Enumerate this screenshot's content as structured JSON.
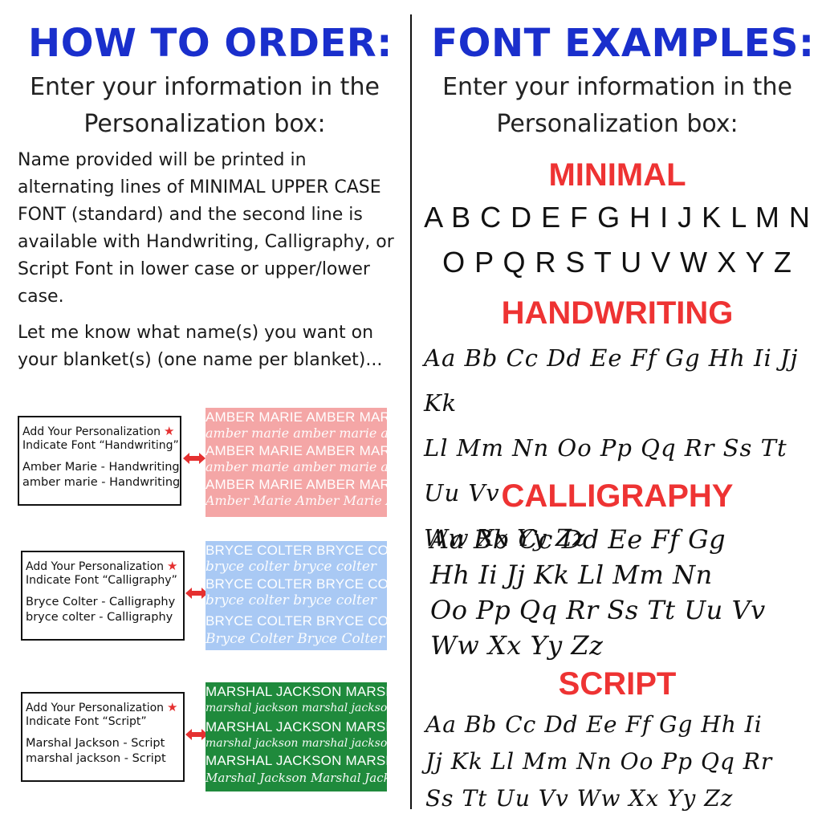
{
  "left": {
    "title": "HOW TO ORDER:",
    "subtitle_line1": "Enter your information in the",
    "subtitle_line2": "Personalization box:",
    "para1": "Name provided will be printed in alternating lines of MINIMAL UPPER CASE FONT (standard) and the second line is available with Handwriting, Calligraphy, or Script Font in lower case or upper/lower case.",
    "para2": "Let me know what name(s) you want on your blanket(s) (one name per blanket)...",
    "examples": [
      {
        "line1": "Add Your Personalization",
        "line2": "Indicate Font “Handwriting”",
        "line3": "Amber Marie - Handwriting",
        "line4": "amber marie - Handwriting",
        "upper": "AMBER MARIE  AMBER MARIE",
        "lower": "amber marie  amber marie  amber marie",
        "mixed": "Amber Marie  Amber Marie  Amber"
      },
      {
        "line1": "Add Your Personalization",
        "line2": "Indicate Font “Calligraphy”",
        "line3": "Bryce Colter - Calligraphy",
        "line4": "bryce colter - Calligraphy",
        "upper": "BRYCE COLTER  BRYCE COLTER",
        "lower": "bryce colter  bryce colter",
        "mixed": "Bryce Colter  Bryce Colter"
      },
      {
        "line1": "Add Your Personalization",
        "line2": "Indicate Font “Script”",
        "line3": "Marshal Jackson - Script",
        "line4": "marshal jackson - Script",
        "upper": "MARSHAL JACKSON  MARSHAL",
        "lower": "marshal jackson  marshal jackson  marshal",
        "mixed": "Marshal Jackson  Marshal Jackson  M"
      }
    ]
  },
  "right": {
    "title": "FONT EXAMPLES:",
    "subtitle_line1": "Enter your information in the",
    "subtitle_line2": "Personalization box:",
    "minimal_label": "MINIMAL",
    "minimal_row1": "A B C D E F G H I J K L M N",
    "minimal_row2": "O P Q R S T U V W X Y Z",
    "handwriting_label": "HANDWRITING",
    "handwriting_rows": [
      "Aa Bb Cc Dd Ee Ff Gg Hh Ii Jj Kk",
      "Ll Mm Nn Oo Pp Qq Rr Ss Tt Uu Vv",
      "Ww Xx Yy Zz"
    ],
    "calligraphy_label": "CALLIGRAPHY",
    "calligraphy_rows": [
      "Aa Bb Cc Dd Ee Ff Gg",
      "Hh Ii Jj Kk Ll Mm Nn",
      "Oo Pp Qq Rr Ss Tt Uu Vv",
      "Ww Xx Yy Zz"
    ],
    "script_label": "SCRIPT",
    "script_rows": [
      "Aa Bb Cc Dd Ee Ff Gg Hh Ii",
      "Jj Kk Ll Mm Nn Oo Pp Qq Rr",
      "Ss Tt Uu Vv Ww Xx Yy Zz"
    ]
  },
  "colors": {
    "title_blue": "#1a2fcc",
    "heading_red": "#ee3333",
    "pink": "#f4a6a6",
    "blue": "#a9c9f4",
    "green": "#1f8a3c",
    "star": "#e53030"
  },
  "icons": [
    "star-icon",
    "double-arrow-icon"
  ]
}
